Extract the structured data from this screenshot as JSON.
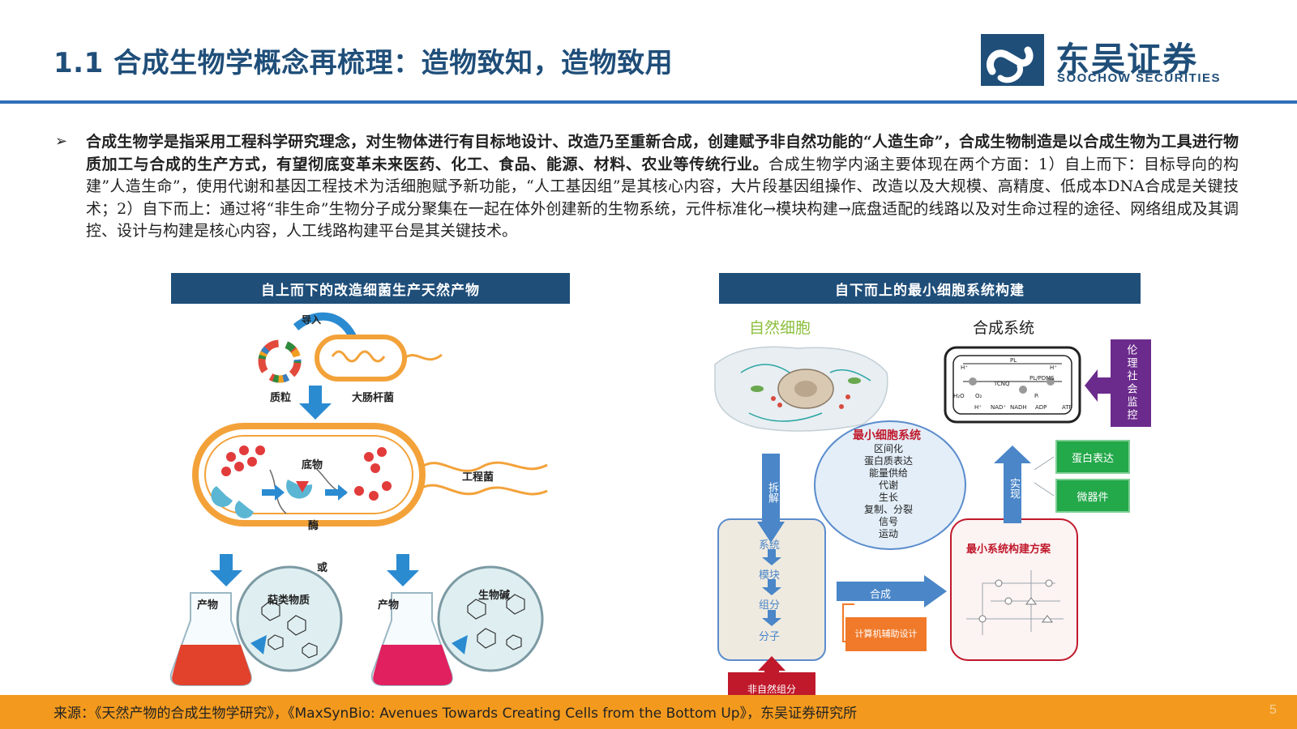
{
  "header": {
    "title": "1.1 合成生物学概念再梳理：造物致知，造物致用",
    "logo_cn": "东吴证券",
    "logo_en": "SOOCHOW SECURITIES"
  },
  "body": {
    "bullet": "➢",
    "bold_text": "合成生物学是指采用工程科学研究理念，对生物体进行有目标地设计、改造乃至重新合成，创建赋予非自然功能的“人造生命”，合成生物制造是以合成生物为工具进行物质加工与合成的生产方式，有望彻底变革未来医药、化工、食品、能源、材料、农业等传统行业。",
    "normal_text": "合成生物学内涵主要体现在两个方面：1）自上而下：目标导向的构建”人造生命”，使用代谢和基因工程技术为活细胞赋予新功能，“人工基因组”是其核心内容，大片段基因组操作、改造以及大规模、高精度、低成本DNA合成是关键技术；2）自下而上：通过将“非生命”生物分子成分聚集在一起在体外创建新的生物系统，元件标准化→模块构建→底盘适配的线路以及对生命过程的途径、网络组成及其调控、设计与构建是核心内容，人工线路构建平台是其关键技术。"
  },
  "left_panel": {
    "title": "自上而下的改造细菌生产天然产物",
    "import_label": "导入",
    "plasmid_label": "质粒",
    "ecoli_label": "大肠杆菌",
    "substrate_label": "底物",
    "enzyme_label": "酶",
    "engineered_label": "工程菌",
    "or_label": "或",
    "product_label_1": "产物",
    "product_label_2": "产物",
    "terpene_label": "萜类物质",
    "alkaloid_label": "生物碱"
  },
  "right_panel": {
    "title": "自下而上的最小细胞系统构建",
    "natural_cell_label": "自然细胞",
    "synthetic_system_label": "合成系统",
    "ethics_label": "伦理社会监控",
    "minimal_cell_title": "最小细胞系统",
    "minimal_cell_items": [
      "区间化",
      "蛋白质表达",
      "能量供给",
      "代谢",
      "生长",
      "复制、分裂",
      "信号",
      "运动"
    ],
    "disassemble_label": "拆解",
    "realize_label": "实现",
    "protein_expr_label": "蛋白表达",
    "organelle_label": "微器件",
    "hierarchy": [
      "系统",
      "模块",
      "组分",
      "分子"
    ],
    "synthesis_label": "合成",
    "cad_label": "计算机辅助设计",
    "minimal_plan_label": "最小系统构建方案",
    "non_natural_label": "非自然组分",
    "circuit_labels": [
      "PL",
      "PL/PDMS",
      "H⁺",
      "H⁺",
      "H₂O",
      "O₂",
      "NAD⁺",
      "NADH",
      "ADP",
      "ATP",
      "TCNQ",
      "Pᵢ",
      "H⁺"
    ]
  },
  "footer": {
    "source": "来源：《天然产物的合成生物学研究》，《MaxSynBio: Avenues Towards Creating Cells from the Bottom Up》，东吴证券研究所",
    "page": "5"
  },
  "colors": {
    "brand_blue": "#1f4e79",
    "accent_blue": "#2f6fb8",
    "orange": "#f39a1e",
    "green": "#23a84a",
    "red": "#c0192b",
    "purple": "#6b2b8c"
  }
}
